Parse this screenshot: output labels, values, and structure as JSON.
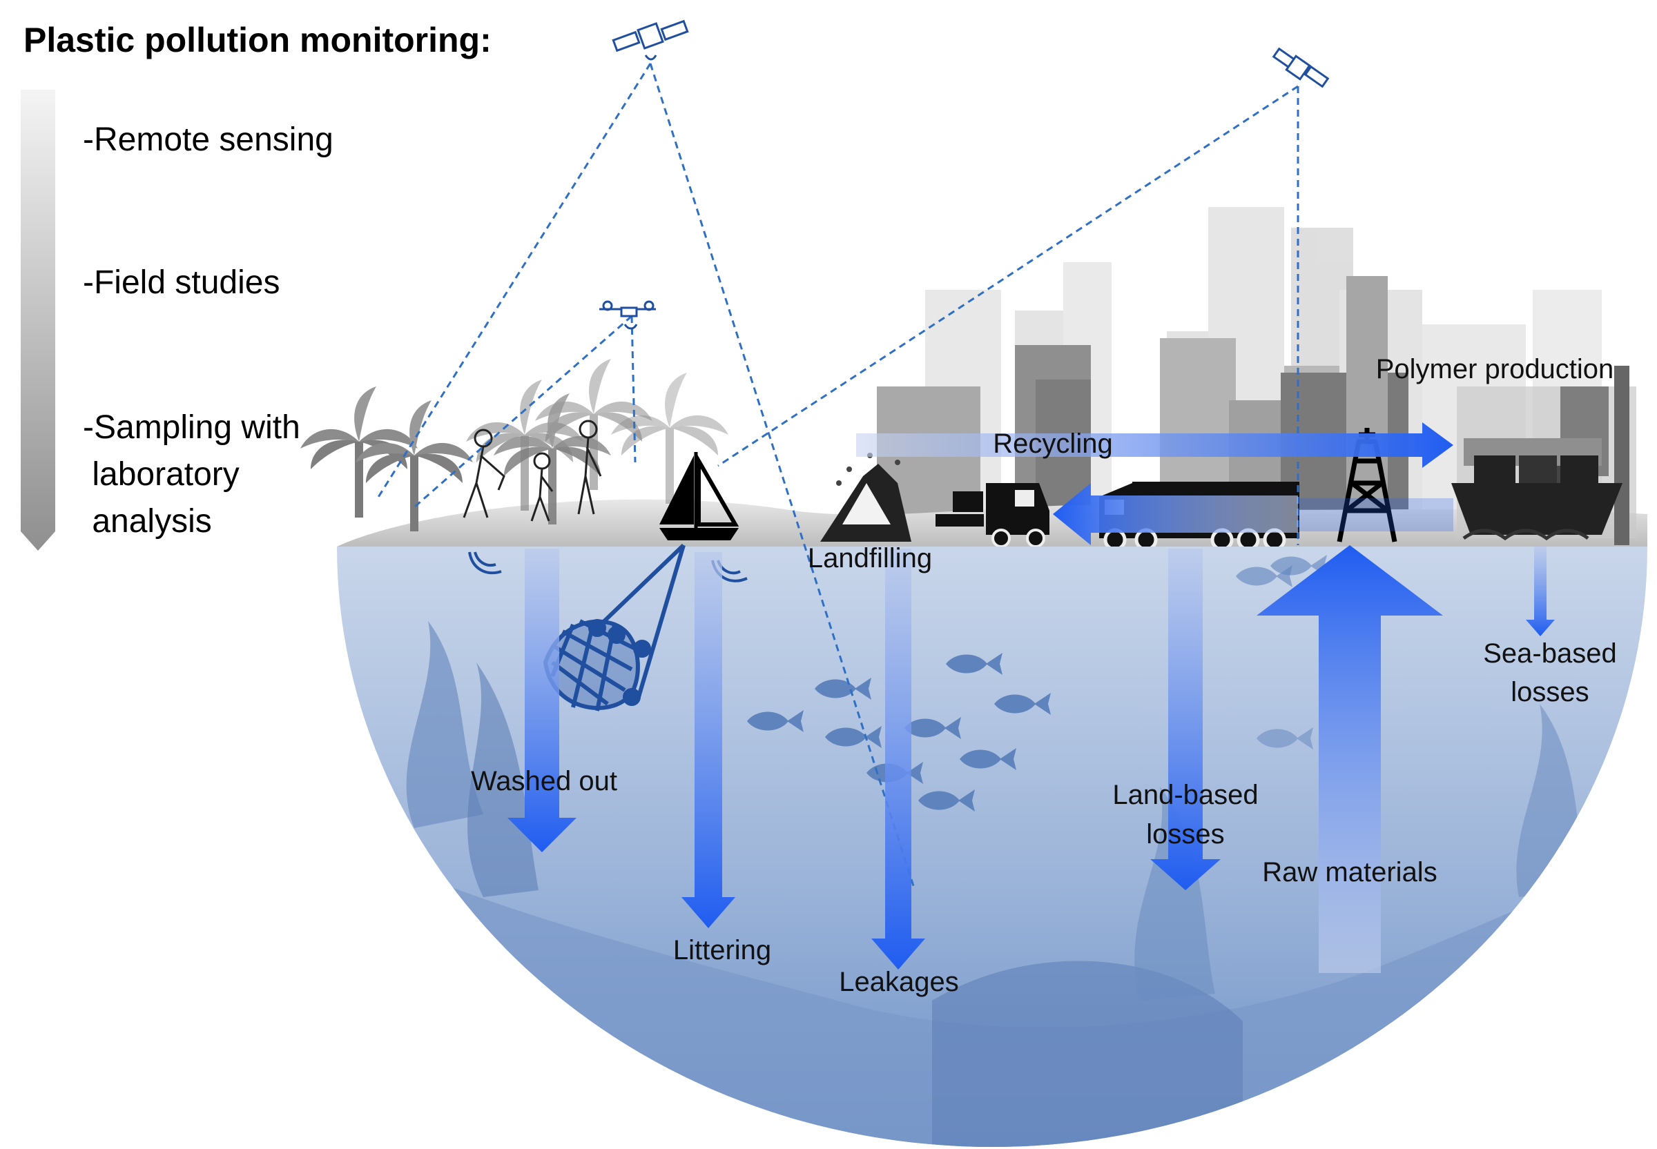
{
  "legend": {
    "title": "Plastic pollution monitoring:",
    "items": [
      {
        "line1": "-Remote sensing",
        "line2": "",
        "line3": ""
      },
      {
        "line1": "-Field studies",
        "line2": "",
        "line3": ""
      },
      {
        "line1": "-Sampling with",
        "line2": " laboratory",
        "line3": " analysis"
      }
    ]
  },
  "labels": {
    "polymer_production": "Polymer production",
    "recycling": "Recycling",
    "landfilling": "Landfilling",
    "washed_out": "Washed out",
    "littering": "Littering",
    "leakages": "Leakages",
    "land_based_1": "Land-based",
    "land_based_2": "losses",
    "raw_materials": "Raw materials",
    "sea_based_1": "Sea-based",
    "sea_based_2": "losses"
  },
  "colors": {
    "ocean": "#9fb5d8",
    "ocean_deep": "#5d82bd",
    "arrow_blue": "#1f5cf0",
    "monitoring_line": "#2f6fc4",
    "city_gray": "#9a9a9a"
  },
  "icons": [
    "satellite-icon",
    "drone-icon",
    "sailboat-icon",
    "net-icon",
    "truck-icon",
    "van-icon",
    "oil-rig-icon",
    "ship-icon",
    "factory-icon",
    "fish-icon",
    "palm-tree-icon",
    "person-icon",
    "landfill-icon"
  ]
}
